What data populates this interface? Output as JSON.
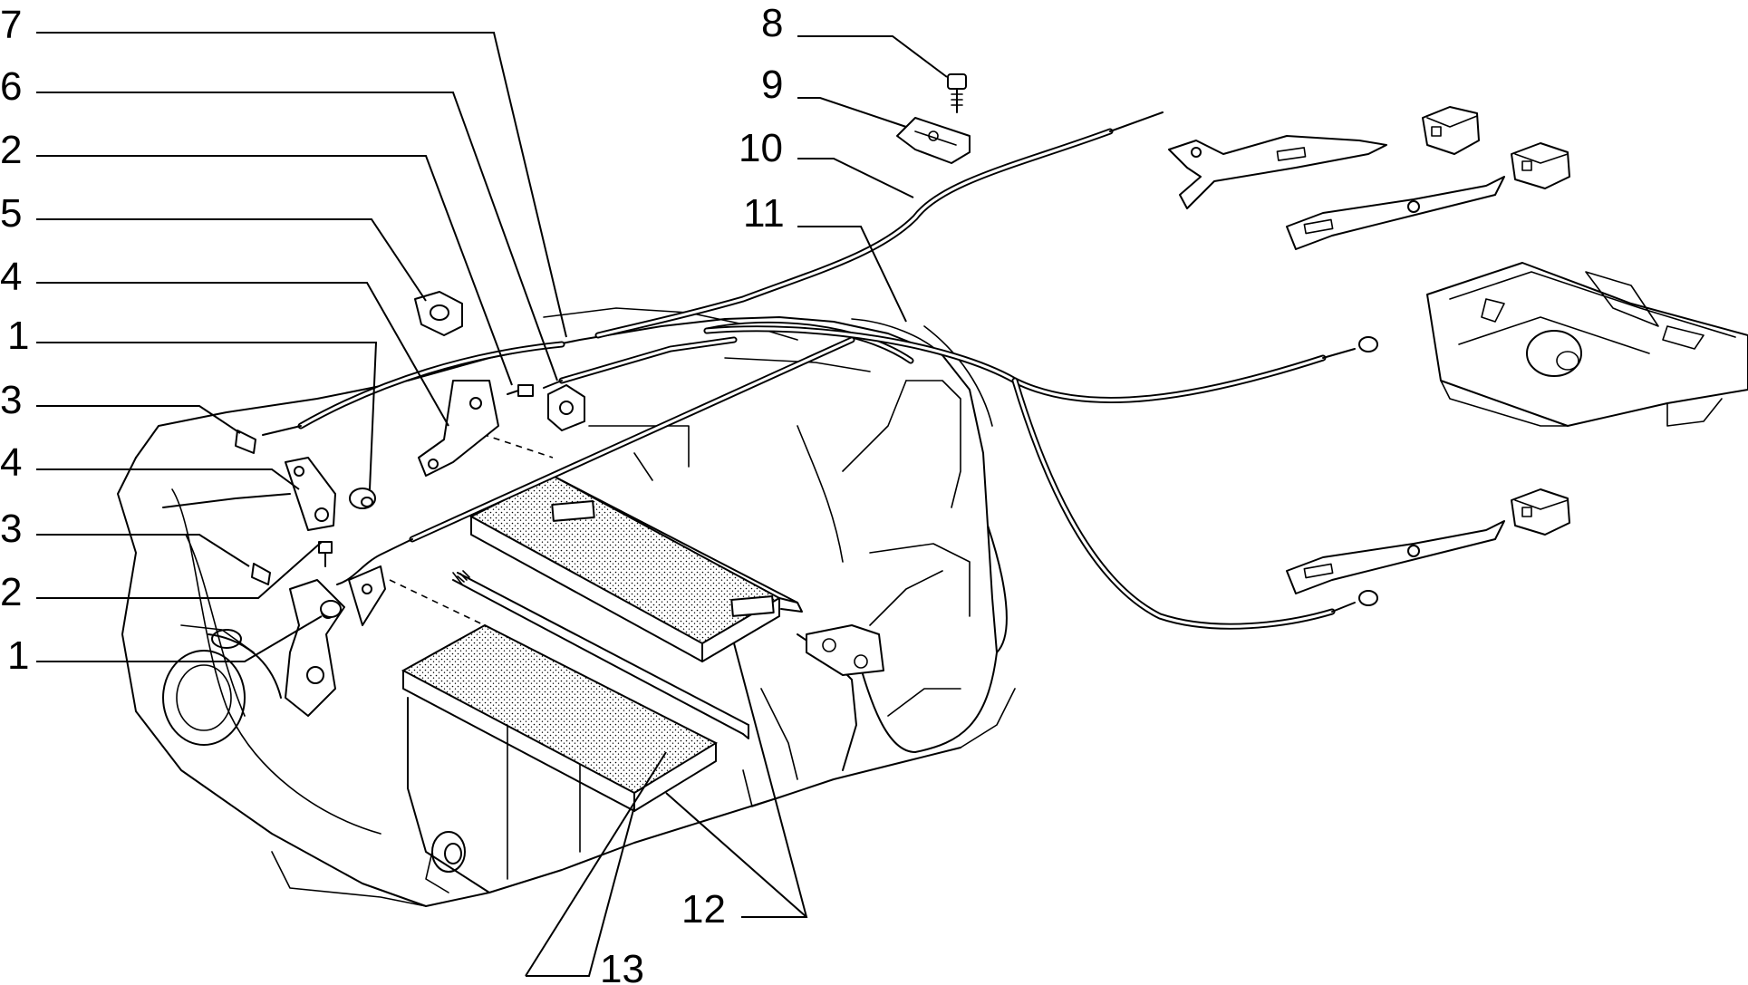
{
  "callouts": {
    "c7": "7",
    "c6": "6",
    "c2a": "2",
    "c5": "5",
    "c4a": "4",
    "c1a": "1",
    "c3a": "3",
    "c4b": "4",
    "c3b": "3",
    "c2b": "2",
    "c1b": "1",
    "c8": "8",
    "c9": "9",
    "c10": "10",
    "c11": "11",
    "c12": "12",
    "c13": "13"
  }
}
